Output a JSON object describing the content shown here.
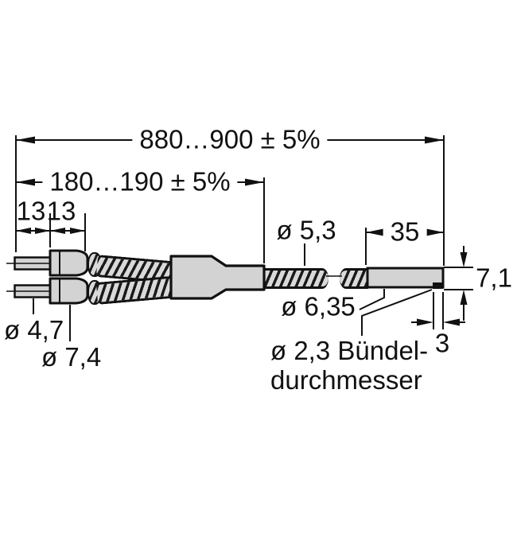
{
  "drawing": {
    "kind": "technical-dimension-drawing",
    "subject": "Y-shaped fiber optic light guide with sensor sleeve",
    "colors": {
      "line": "#111111",
      "body_fill": "#d3d3d3",
      "braid_stripe": "#1a1a1a",
      "braid_gap": "#d9d9d9",
      "bundle_tip": "#111111",
      "background": "#ffffff"
    },
    "dims": {
      "overall": "880…900 ± 5%",
      "split": "180…190 ± 5%",
      "tip1": "13",
      "tip2": "13",
      "cable_dia": "ø 5,3",
      "sleeve_len": "35",
      "height": "7,1",
      "tip_dia": "ø 4,7",
      "ferrule_dia": "ø 7,4",
      "sleeve_dia": "ø 6,35",
      "tip_len": "3",
      "bundle1": "ø 2,3 Bündel-",
      "bundle2": "durchmesser"
    }
  }
}
